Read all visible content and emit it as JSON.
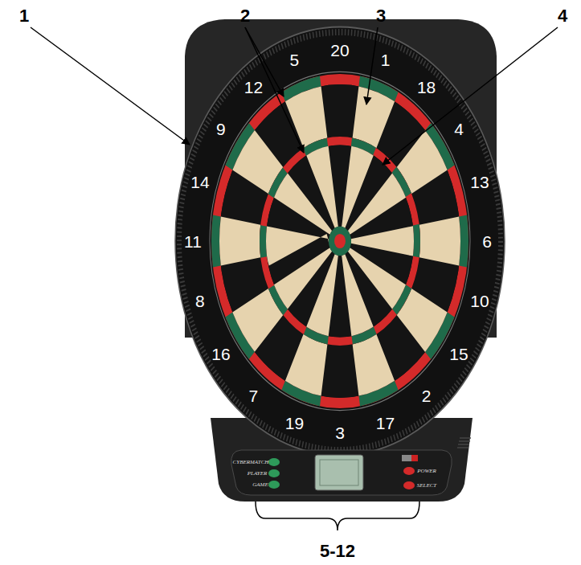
{
  "diagram": {
    "labels": [
      "1",
      "2",
      "3",
      "4",
      "20",
      "1",
      "18",
      "4",
      "13",
      "6",
      "10",
      "15",
      "2",
      "17",
      "3",
      "19",
      "7",
      "16",
      "8",
      "11",
      "14",
      "9",
      "12",
      "5",
      "CYBERMATCH",
      "PLAYER",
      "GAME",
      "POWER",
      "SELECT",
      "5-12"
    ]
  }
}
